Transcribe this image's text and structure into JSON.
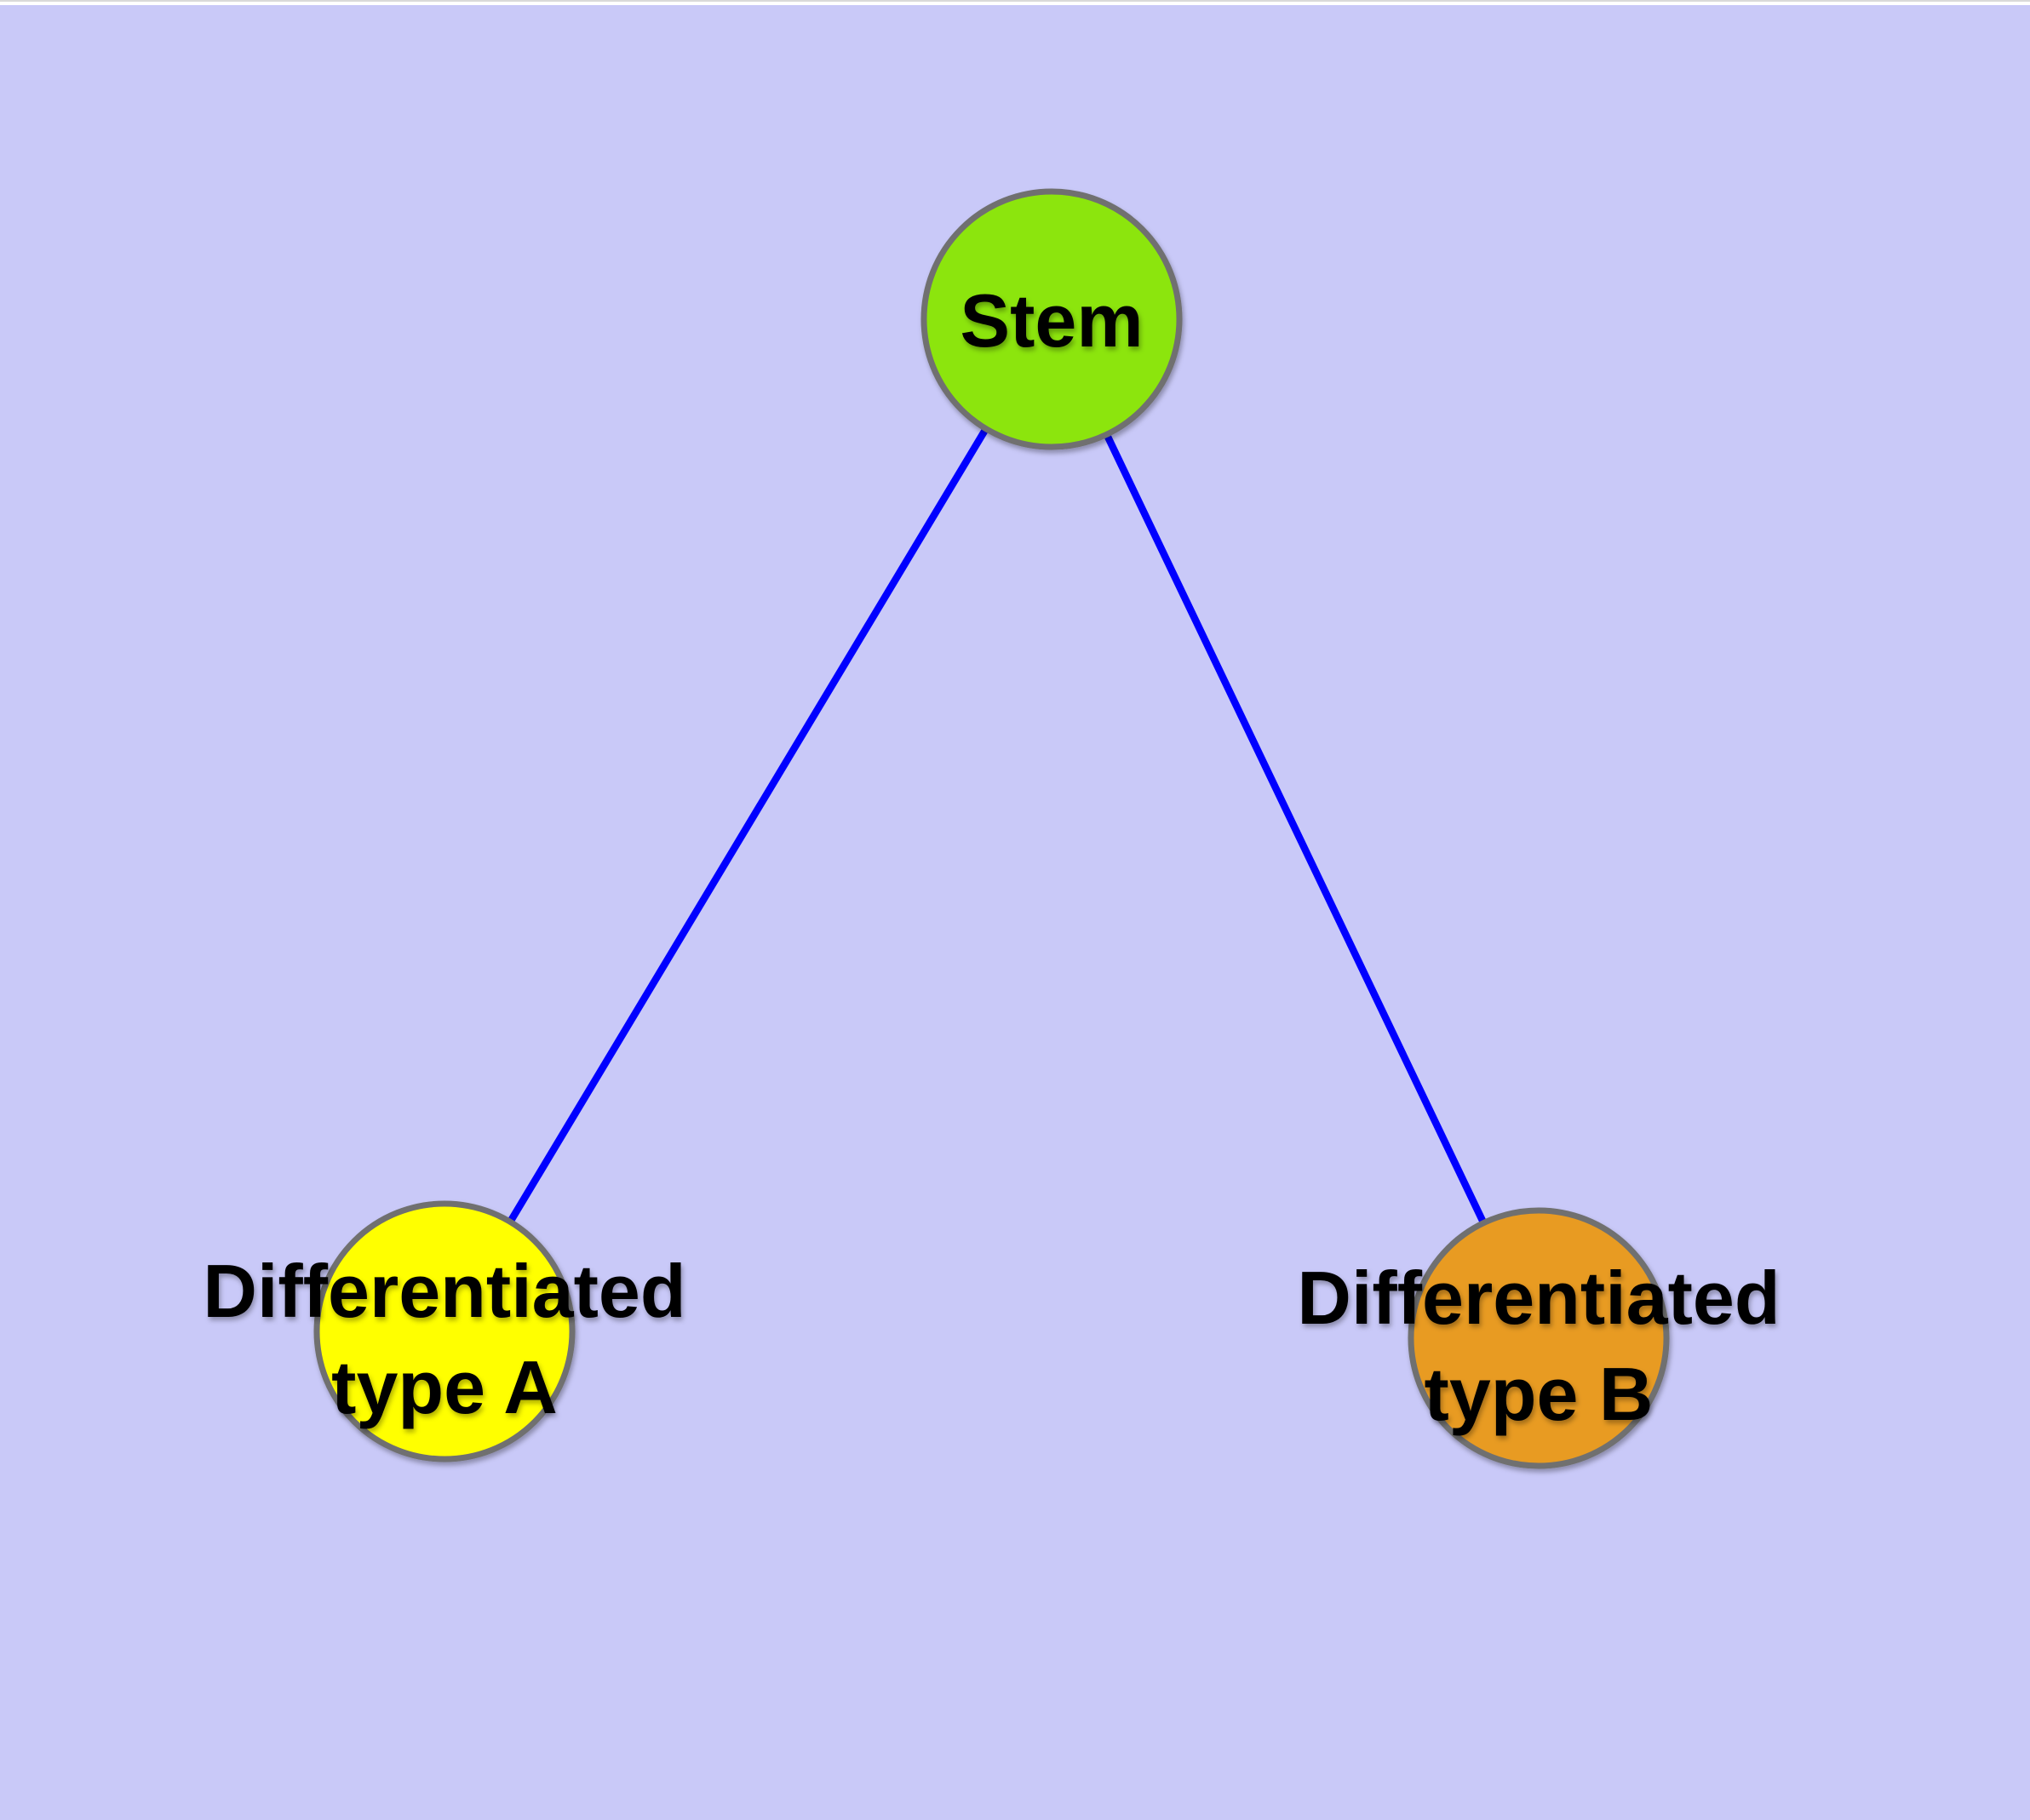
{
  "canvas": {
    "top_border_color": "#d9d9d9",
    "top_strip_color": "#ffffff",
    "background_color": "#c9c9f8"
  },
  "nodes": {
    "stem": {
      "label": "Stem",
      "fill": "#8ce50a",
      "stroke": "#707070"
    },
    "type_a": {
      "label": "Differentiated type A",
      "label_line1": "Differentiated",
      "label_line2": "type A",
      "fill": "#ffff00",
      "stroke": "#707070"
    },
    "type_b": {
      "label": "Differentiated type B",
      "label_line1": "Differentiated",
      "label_line2": "type B",
      "fill": "#e89b20",
      "stroke": "#707070"
    }
  },
  "edges": {
    "color": "#0000ff",
    "items": [
      {
        "from": "Stem",
        "to": "Differentiated type A"
      },
      {
        "from": "Stem",
        "to": "Differentiated type B"
      }
    ]
  },
  "text_color": "#000000"
}
